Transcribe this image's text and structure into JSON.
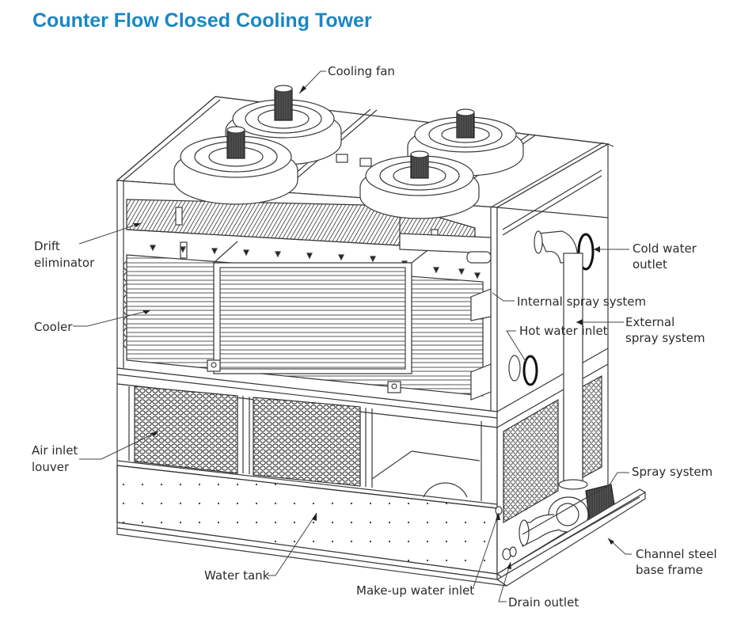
{
  "title": "Counter Flow Closed Cooling Tower",
  "colors": {
    "title": "#1a86c4",
    "line": "#3a3a3a",
    "label": "#2b2b2b"
  },
  "labels": {
    "cooling_fan": "Cooling fan",
    "drift_eliminator_1": "Drift",
    "drift_eliminator_2": "eliminator",
    "cooler": "Cooler",
    "air_inlet_louver_1": "Air inlet",
    "air_inlet_louver_2": "louver",
    "cold_water_outlet_1": "Cold water",
    "cold_water_outlet_2": "outlet",
    "internal_spray_system": "Internal spray system",
    "external_spray_system_1": "External",
    "external_spray_system_2": "spray system",
    "hot_water_inlet": "Hot water inlet",
    "spray_system": "Spray system",
    "channel_steel_base_frame_1": "Channel steel",
    "channel_steel_base_frame_2": "base frame",
    "water_tank": "Water tank",
    "makeup_water_inlet": "Make-up water inlet",
    "drain_outlet": "Drain outlet"
  }
}
